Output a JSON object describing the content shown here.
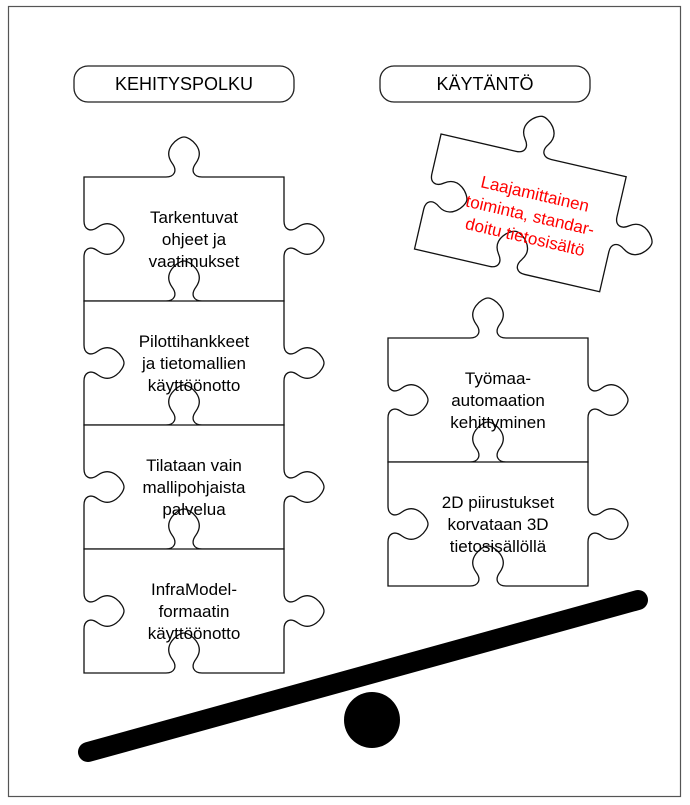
{
  "colors": {
    "background": "#ffffff",
    "frame_border": "#555555",
    "piece_border": "#111111",
    "text": "#000000",
    "highlight_text": "#ff0000",
    "seesaw": "#000000"
  },
  "headers": {
    "left": "KEHITYSPOLKU",
    "right": "KÄYTÄNTÖ"
  },
  "left_column": {
    "pieces": [
      {
        "lines": [
          "Tarkentuvat",
          "ohjeet ja",
          "vaatimukset"
        ]
      },
      {
        "lines": [
          "Pilottihankkeet",
          "ja tietomallien",
          "käyttöönotto"
        ]
      },
      {
        "lines": [
          "Tilataan vain",
          "mallipohjaista",
          "palvelua"
        ]
      },
      {
        "lines": [
          "InfraModel-",
          "formaatin",
          "käyttöönotto"
        ]
      }
    ]
  },
  "right_column": {
    "top_piece": {
      "lines": [
        "Laajamittainen",
        "toiminta, standar-",
        "doitu tietosisältö"
      ]
    },
    "pieces": [
      {
        "lines": [
          "Työmaa-",
          "automaation",
          "kehittyminen"
        ]
      },
      {
        "lines": [
          "2D piirustukset",
          "korvataan 3D",
          "tietosisällöllä"
        ]
      }
    ]
  },
  "seesaw": {
    "beam_shape": "tilted-bar",
    "fulcrum_shape": "circle"
  }
}
